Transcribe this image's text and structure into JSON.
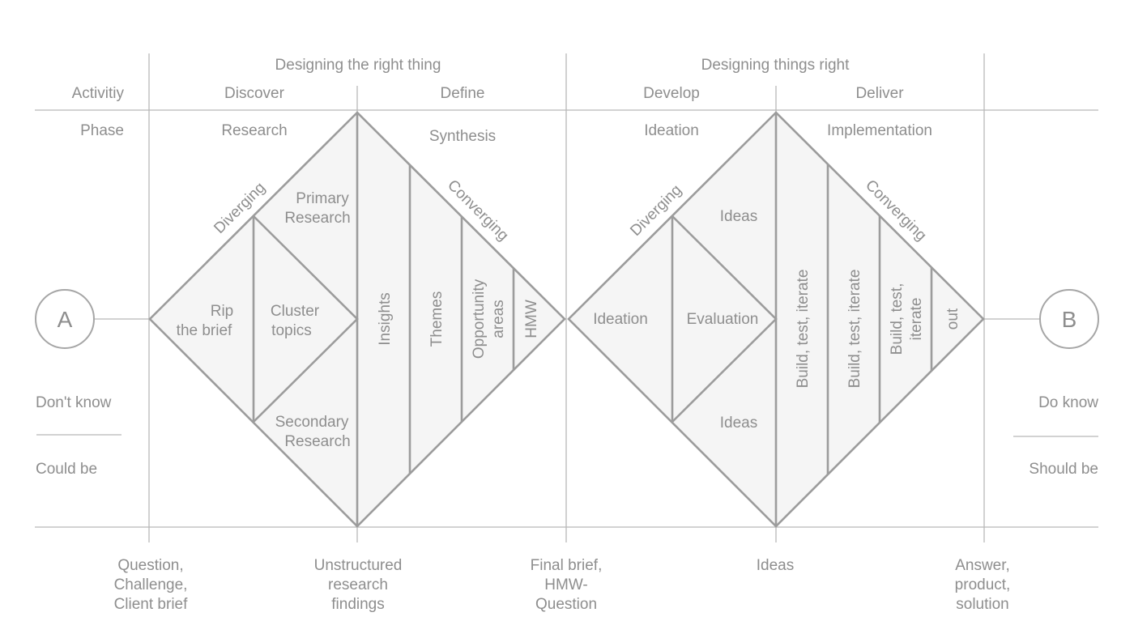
{
  "header": {
    "phase_group_left": "Designing the right thing",
    "phase_group_right": "Designing things right",
    "activity_label": "Activitiy",
    "activities": [
      "Discover",
      "Define",
      "Develop",
      "Deliver"
    ],
    "phase_label": "Phase",
    "phases": [
      "Research",
      "Synthesis",
      "Ideation",
      "Implementation"
    ]
  },
  "endpoints": {
    "start": "A",
    "end": "B",
    "left_top": "Don't know",
    "left_bottom": "Could be",
    "right_top": "Do know",
    "right_bottom": "Should be"
  },
  "diamond_left": {
    "diverging": "Diverging",
    "converging": "Converging",
    "rip_brief": [
      "Rip",
      "the brief"
    ],
    "cluster_topics": [
      "Cluster",
      "topics"
    ],
    "primary_research": [
      "Primary",
      "Research"
    ],
    "secondary_research": [
      "Secondary",
      "Research"
    ],
    "insights": "Insights",
    "themes": "Themes",
    "opportunity_areas": [
      "Opportunity",
      "areas"
    ],
    "hmw": "HMW"
  },
  "diamond_right": {
    "diverging": "Diverging",
    "converging": "Converging",
    "ideation": "Ideation",
    "evaluation": "Evaluation",
    "ideas_top": "Ideas",
    "ideas_bottom": "Ideas",
    "build_1": "Build, test, iterate",
    "build_2": "Build, test, iterate",
    "build_3": [
      "Build, test,",
      "iterate"
    ],
    "out": "out"
  },
  "footer": {
    "milestone_1": [
      "Question,",
      "Challenge,",
      "Client brief"
    ],
    "milestone_2": [
      "Unstructured",
      "research",
      "findings"
    ],
    "milestone_3": [
      "Final brief,",
      "HMW-",
      "Question"
    ],
    "milestone_4": [
      "Ideas"
    ],
    "milestone_5": [
      "Answer,",
      "product,",
      "solution"
    ]
  }
}
